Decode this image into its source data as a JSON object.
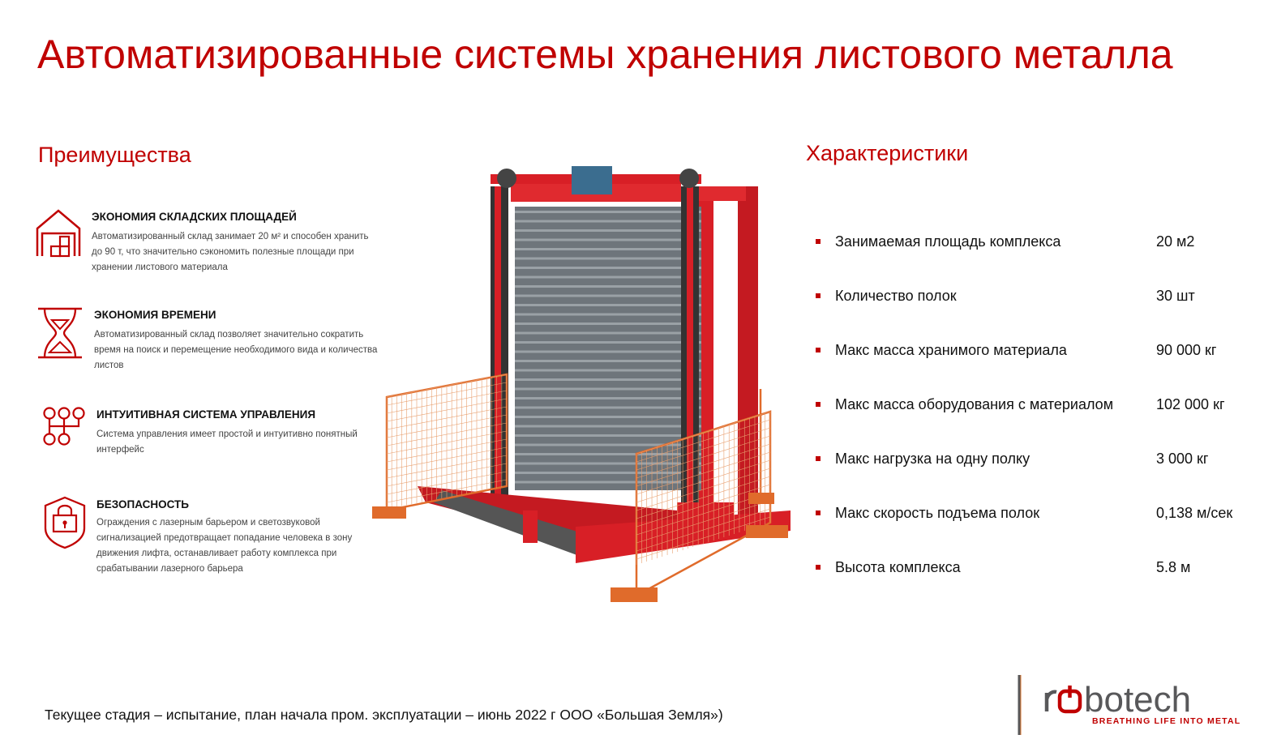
{
  "title": "Автоматизированные системы хранения листового металла",
  "advantages": {
    "heading": "Преимущества",
    "items": [
      {
        "icon": "warehouse-icon",
        "title": "ЭКОНОМИЯ СКЛАДСКИХ ПЛОЩАДЕЙ",
        "text": "Автоматизированный склад занимает 20 м² и способен хранить до 90 т, что значительно сэкономить полезные площади при хранении листового материала"
      },
      {
        "icon": "hourglass-icon",
        "title": "ЭКОНОМИЯ ВРЕМЕНИ",
        "text": "Автоматизированный склад позволяет значительно сократить время на поиск и перемещение необходимого вида и количества листов"
      },
      {
        "icon": "gear-shift-icon",
        "title": "ИНТУИТИВНАЯ СИСТЕМА УПРАВЛЕНИЯ",
        "text": "Система управления имеет простой и интуитивно понятный интерфейс"
      },
      {
        "icon": "shield-lock-icon",
        "title": "БЕЗОПАСНОСТЬ",
        "text": "Ограждения с лазерным барьером и светозвуковой сигнализацией предотвращает попадание человека в зону движения лифта, останавливает работу комплекса при срабатывании лазерного барьера"
      }
    ]
  },
  "specs": {
    "heading": "Характеристики",
    "items": [
      {
        "label": "Занимаемая площадь комплекса",
        "value": "20 м2"
      },
      {
        "label": "Количество полок",
        "value": "30 шт"
      },
      {
        "label": "Макс масса хранимого материала",
        "value": "90 000 кг"
      },
      {
        "label": "Макс масса оборудования с материалом",
        "value": "102 000 кг"
      },
      {
        "label": "Макс нагрузка на одну полку",
        "value": "3 000 кг"
      },
      {
        "label": "Макс скорость подъема полок",
        "value": "0,138 м/сек"
      },
      {
        "label": "Высота комплекса",
        "value": "5.8 м"
      }
    ]
  },
  "footer": "Текущее стадия – испытание, план начала пром. эксплуатации  – июнь 2022 г ООО «Большая Земля»)",
  "logo": {
    "name": "robotech",
    "tagline": "BREATHING LIFE INTO METAL"
  },
  "colors": {
    "accent": "#c00000",
    "logo_gray": "#58585a"
  }
}
